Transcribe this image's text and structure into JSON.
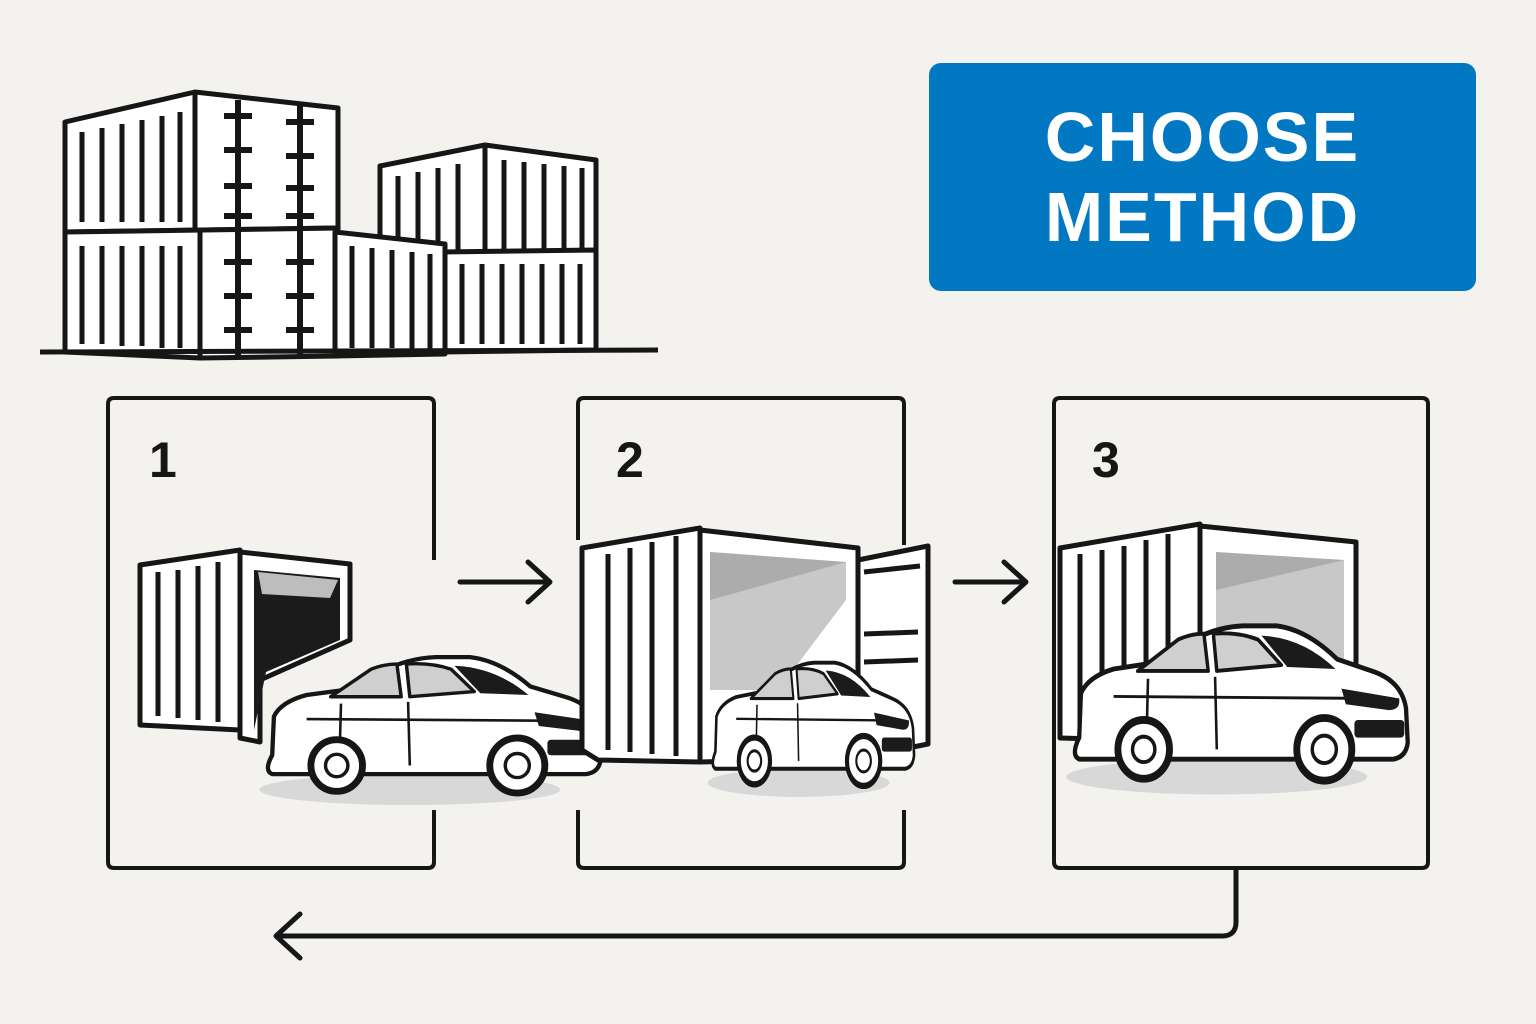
{
  "cta": {
    "line1": "CHOOSE",
    "line2": "METHOD",
    "color": "#0277c2"
  },
  "steps": [
    {
      "number": "1"
    },
    {
      "number": "2"
    },
    {
      "number": "3"
    }
  ],
  "icons": {
    "container_stack": "shipping-containers-icon",
    "car": "car-icon",
    "container": "container-icon",
    "arrow_right": "arrow-right-icon",
    "return_arrow": "return-arrow-icon"
  },
  "colors": {
    "background": "#f3f2ee",
    "stroke": "#161616",
    "shade": "#c8c8c8",
    "car_fill": "#ffffff"
  }
}
